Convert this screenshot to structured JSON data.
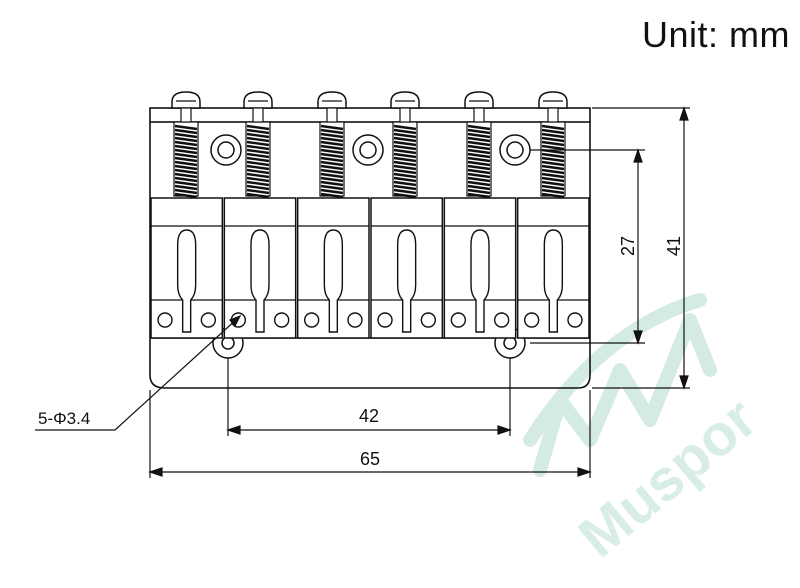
{
  "header": {
    "unit_label": "Unit: mm"
  },
  "diagram": {
    "callout_mounting_holes": "5-Φ3.4",
    "dim_hole_spacing": "42",
    "dim_total_width": "65",
    "dim_hole_to_bottom": "27",
    "dim_total_height": "41",
    "saddle_count": 6
  },
  "watermark": {
    "text": "Muspor",
    "color": "#d7ece6"
  }
}
